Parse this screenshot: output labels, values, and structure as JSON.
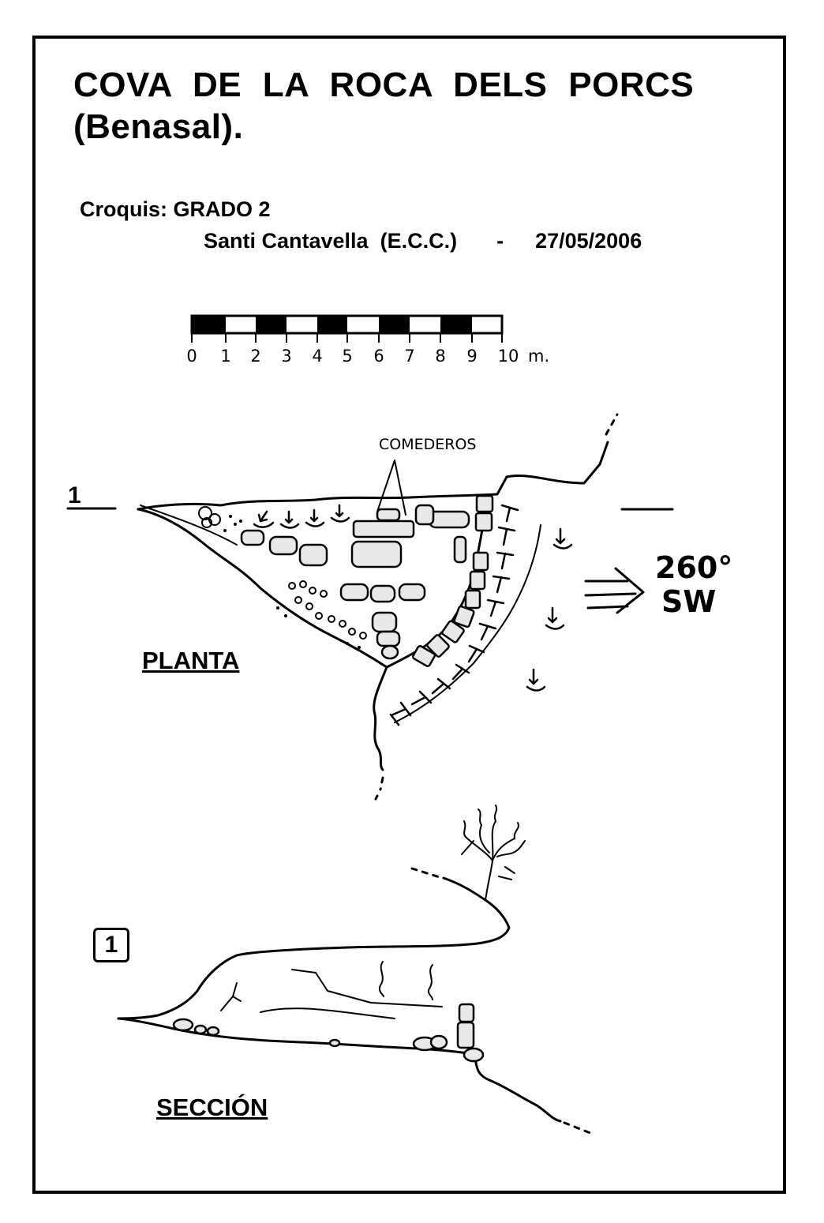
{
  "title": {
    "line1": "COVA DE LA ROCA DELS PORCS",
    "line2": "(Benasal)."
  },
  "croquis": "Croquis:  GRADO 2",
  "author": {
    "name": "Santi Cantavella  (E.C.C.)",
    "dash": "-",
    "date": "27/05/2006"
  },
  "scale": {
    "ticks": [
      "0",
      "1",
      "2",
      "3",
      "4",
      "5",
      "6",
      "7",
      "8",
      "9",
      "10"
    ],
    "unit": "m."
  },
  "plan": {
    "label": "PLANTA",
    "annotation": "COMEDEROS",
    "bearing": "260°",
    "direction": "SW",
    "cut_number": "1"
  },
  "section": {
    "label": "SECCIÓN",
    "cut_number": "1"
  }
}
